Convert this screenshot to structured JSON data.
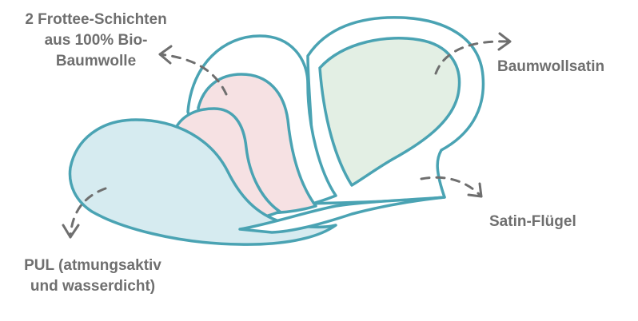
{
  "labels": {
    "frottee": [
      "2 Frottee-Schichten",
      "aus 100% Bio-",
      "Baumwolle"
    ],
    "satin": "Baumwollsatin",
    "wings": "Satin-Flügel",
    "pul": [
      "PUL (atmungsaktiv",
      "und wasserdicht)"
    ]
  },
  "colors": {
    "outline": "#4aa3b3",
    "satin_fill": "#e3efe4",
    "terry_fill": "#f6e1e3",
    "pul_fill": "#d6ebf0",
    "arrow": "#6f6f6f",
    "label_text": "#6f6f6f"
  }
}
